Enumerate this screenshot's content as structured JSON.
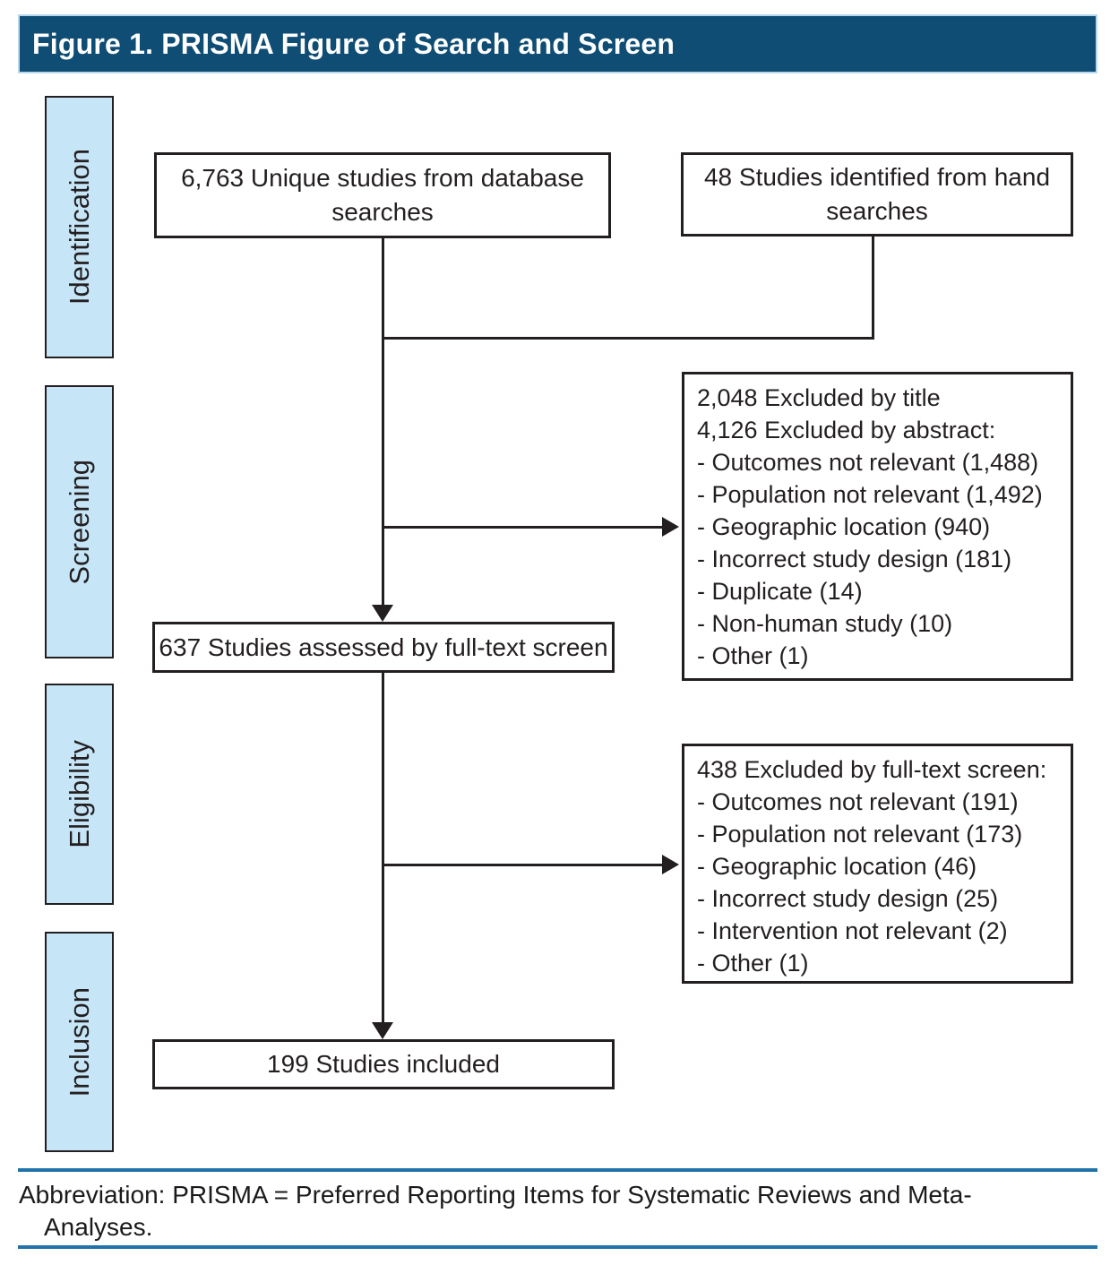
{
  "title": "Figure 1. PRISMA Figure of Search and Screen",
  "stages": [
    {
      "label": "Identification"
    },
    {
      "label": "Screening"
    },
    {
      "label": "Eligibility"
    },
    {
      "label": "Inclusion"
    }
  ],
  "boxes": {
    "database": "6,763 Unique studies from database searches",
    "hand": "48 Studies identified from hand searches",
    "assessed": "637 Studies assessed by full-text screen",
    "included": "199 Studies included",
    "excluded_screen": {
      "lines": [
        "2,048 Excluded by title",
        "4,126 Excluded by abstract:",
        "- Outcomes not relevant (1,488)",
        "- Population not relevant (1,492)",
        "- Geographic location (940)",
        "- Incorrect study design (181)",
        "- Duplicate (14)",
        "- Non-human study (10)",
        "- Other (1)"
      ]
    },
    "excluded_fulltext": {
      "lines": [
        "438 Excluded by full-text screen:",
        "- Outcomes not relevant (191)",
        "- Population not relevant (173)",
        "- Geographic location (46)",
        "- Incorrect study design (25)",
        "- Intervention not relevant (2)",
        "- Other (1)"
      ]
    }
  },
  "footer": {
    "line1": "Abbreviation: PRISMA = Preferred Reporting Items for Systematic Reviews and Meta-",
    "line2": "Analyses."
  },
  "colors": {
    "header_bg": "#0f4d74",
    "header_border": "#b9d8ec",
    "stage_bg": "#c6e6f8",
    "line_black": "#231f20",
    "rule_blue": "#2273a8"
  }
}
